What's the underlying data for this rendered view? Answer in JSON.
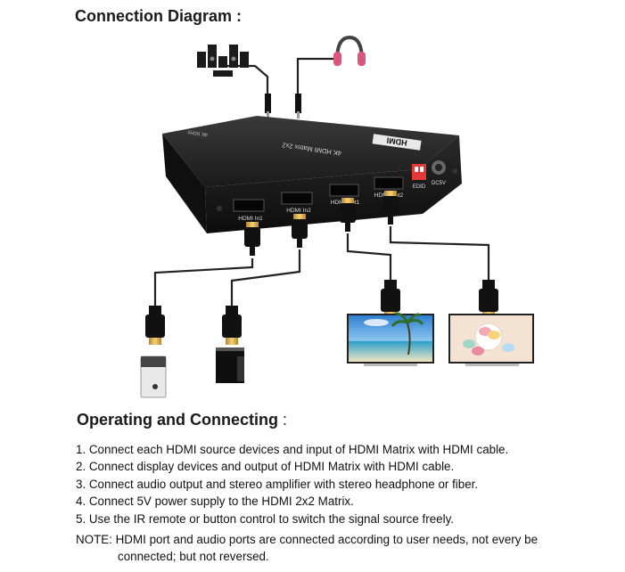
{
  "connection_title": "Connection Diagram :",
  "device": {
    "model_label": "4K HDMI Matrix 2x2",
    "logo": "HDMI",
    "small_label": "4K 60Hz",
    "ports": [
      "HDMI In1",
      "HDMI In2",
      "HDMI Out1",
      "HDMI Out2"
    ],
    "switch_label": "EDID",
    "power_label": "DC5V"
  },
  "icons": {
    "speakers": "speaker-system-icon",
    "headphones": "headphones-icon",
    "source1": "media-player-icon",
    "source2": "game-console-icon",
    "display1": "tv-beach-icon",
    "display2": "tv-macarons-icon"
  },
  "colors": {
    "device_body": "#1c1c1c",
    "headphone_accent": "#d9577c",
    "switch_red": "#e53935",
    "connector_gold": "#e0b043"
  },
  "operating_title": "Operating and Connecting",
  "operating_colon": ":",
  "steps": [
    "1. Connect each HDMI source devices and input of HDMI Matrix with HDMI cable.",
    "2. Connect display devices and output of HDMI Matrix with HDMI cable.",
    "3. Connect audio output and stereo amplifier with stereo headphone or fiber.",
    "4. Connect 5V power supply to the HDMI 2x2 Matrix.",
    "5. Use the IR remote or button control to switch the signal source freely."
  ],
  "note": {
    "line1": "NOTE: HDMI port and audio ports are connected according to user needs, not every be",
    "line2": "connected; but not reversed."
  }
}
